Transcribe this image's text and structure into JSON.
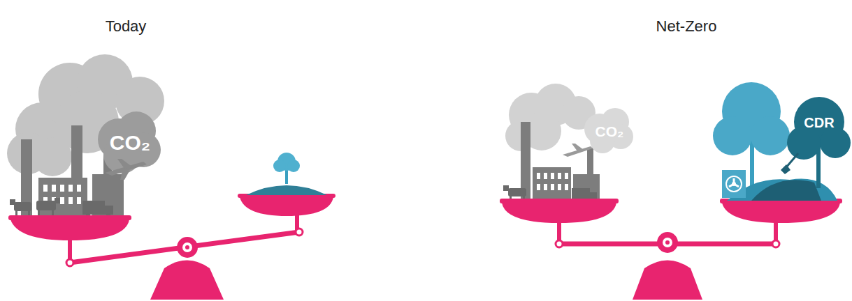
{
  "diagram": {
    "labels": [
      "Today",
      "CO₂",
      "Net-Zero",
      "CO₂",
      "CDR"
    ]
  }
}
